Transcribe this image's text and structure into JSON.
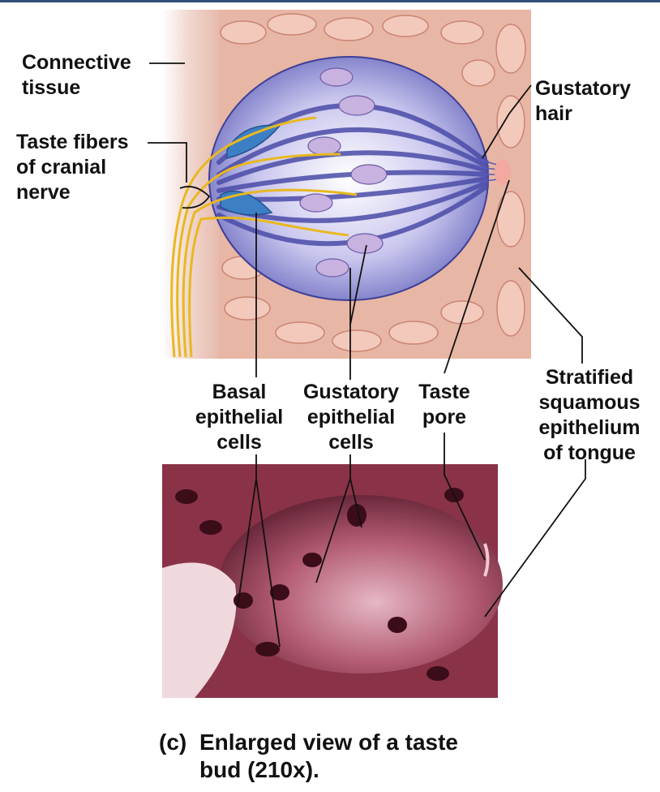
{
  "labels": {
    "connective_tissue": "Connective\ntissue",
    "taste_fibers": "Taste fibers\nof cranial\nnerve",
    "gustatory_hair": "Gustatory\nhair",
    "basal_cells": "Basal\nepithelial\ncells",
    "gustatory_cells": "Gustatory\nepithelial\ncells",
    "taste_pore": "Taste\npore",
    "stratified_epithelium": "Stratified\nsquamous\nepithelium\nof tongue"
  },
  "caption": {
    "letter": "(c)",
    "text": "Enlarged view of a taste\nbud (210x)."
  },
  "colors": {
    "epithelium": "#e9b8a6",
    "taste_bud_cells": "#6f6fc4",
    "nerve": "#e8b820",
    "basal_cell": "#3c7fc4",
    "micrograph": "#8a3348"
  }
}
